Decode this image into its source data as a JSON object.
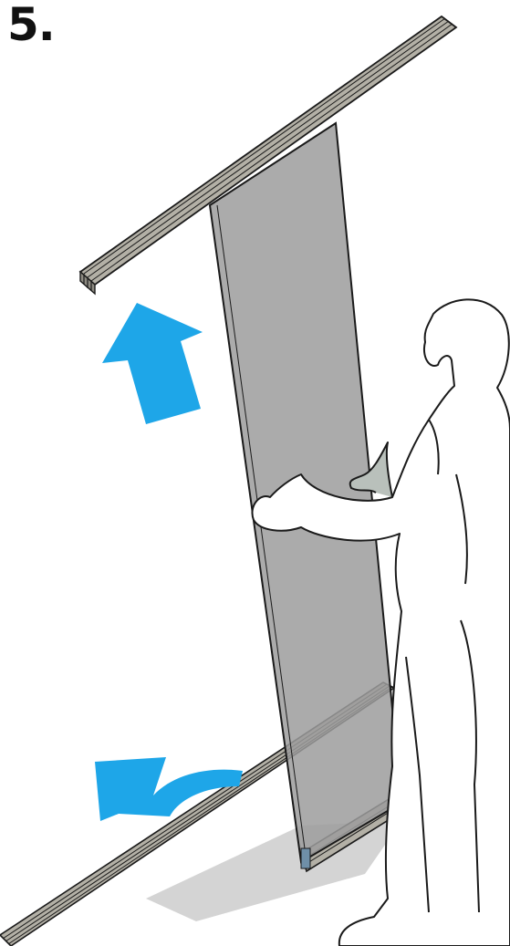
{
  "step": {
    "number": "5."
  },
  "colors": {
    "arrow": "#1ea6e8",
    "panel": "#9c9c9c",
    "rail": "#b3b0a6",
    "outline": "#1a1a1a",
    "shadow": "#cfcfcf"
  },
  "icons": {
    "up_arrow": "arrow-up",
    "curved_arrow": "arrow-curved-left",
    "person": "person-outline"
  }
}
